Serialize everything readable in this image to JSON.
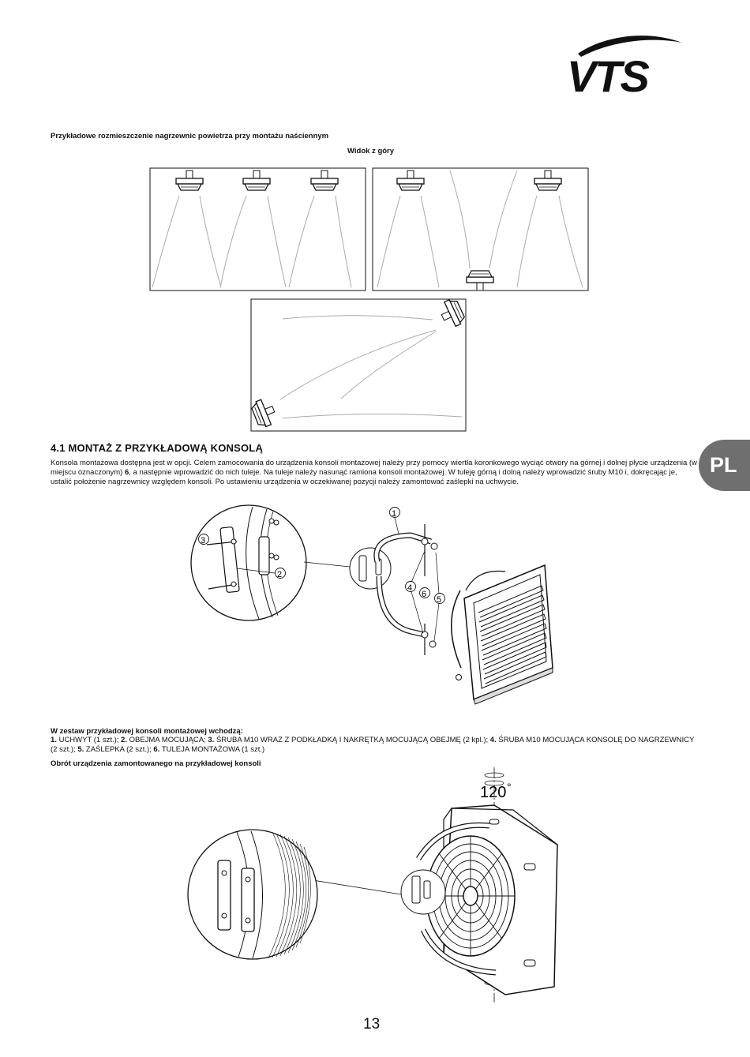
{
  "brand": {
    "logo_text": "VTS",
    "language_tab": "PL",
    "accent": "#6f6f6f"
  },
  "figure1": {
    "caption": "Przykładowe rozmieszczenie nagrzewnic powietrza przy montażu naściennym",
    "view_label": "Widok z góry"
  },
  "section": {
    "heading": "4.1  MONTAŻ Z  PRZYKŁADOWĄ KONSOLĄ",
    "para1_a": "Konsola montażowa dostępna jest w opcji. Celem zamocowania do urządzenia konsoli montażowej należy przy pomocy wiertła koronkowego wyciąć otwory na górnej i dolnej płycie urządzenia (w miejscu oznaczonym) ",
    "para1_b": "6",
    "para1_c": ", a następnie wprowadzić do nich tuleje. Na tuleje należy nasunąć ramiona konsoli montażowej. W tuleję górną i dolną należy wprowadzić śruby M10 i, dokręcając je, ustalić położenie nagrzewnicy względem konsoli. Po ustawieniu urządzenia w oczekiwanej pozycji należy zamontować zaślepki na uchwycie."
  },
  "diagram_labels": [
    "1",
    "2",
    "3",
    "4",
    "5",
    "6"
  ],
  "parts": {
    "heading": "W zestaw przykładowej konsoli montażowej wchodzą:",
    "items": [
      {
        "num": "1.",
        "text": " UCHWYT (1 szt.); "
      },
      {
        "num": "2.",
        "text": " OBEJMA MOCUJĄCA; "
      },
      {
        "num": "3.",
        "text": " ŚRUBA  M10 WRAZ Z PODKŁADKĄ I NAKRĘTKĄ MOCUJĄCĄ OBEJMĘ (2 kpl.); "
      },
      {
        "num": "4.",
        "text": " ŚRUBA M10 MOCUJĄCA KONSOLĘ DO NAGRZEWNICY (2 szt.); "
      },
      {
        "num": "5.",
        "text": " ZAŚLEPKA (2 szt.); "
      },
      {
        "num": "6.",
        "text": " TULEJA MONTAŻOWA (1 szt.)"
      }
    ]
  },
  "rotation": {
    "caption": "Obrót urządzenia zamontowanego na przykładowej konsoli",
    "angle": "120",
    "degree": "°"
  },
  "page_number": "13"
}
